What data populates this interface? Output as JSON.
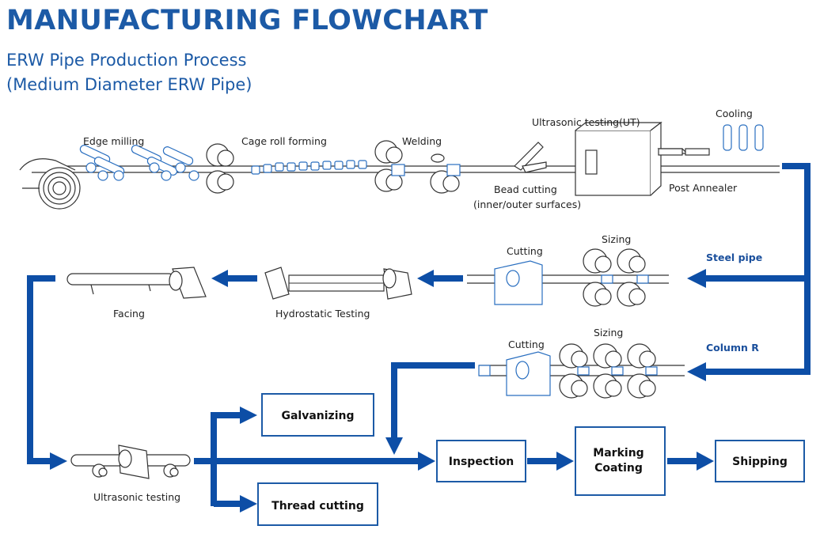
{
  "header": {
    "title": "MANUFACTURING FLOWCHART",
    "subtitle_line1": "ERW Pipe Production Process",
    "subtitle_line2": "(Medium Diameter ERW Pipe)"
  },
  "process_labels": {
    "edge_milling": "Edge milling",
    "cage_roll_forming": "Cage roll forming",
    "welding": "Welding",
    "ultrasonic_testing_ut": "Ultrasonic testing(UT)",
    "cooling": "Cooling",
    "bead_cutting_line1": "Bead cutting",
    "bead_cutting_line2": "(inner/outer surfaces)",
    "post_annealer": "Post Annealer",
    "cutting_1": "Cutting",
    "sizing_1": "Sizing",
    "steel_pipe": "Steel pipe",
    "hydrostatic_testing": "Hydrostatic Testing",
    "facing": "Facing",
    "cutting_2": "Cutting",
    "sizing_2": "Sizing",
    "column_r": "Column R",
    "ultrasonic_testing": "Ultrasonic testing"
  },
  "boxes": {
    "galvanizing": "Galvanizing",
    "thread_cutting": "Thread cutting",
    "inspection": "Inspection",
    "marking_line1": "Marking",
    "marking_line2": "Coating",
    "shipping": "Shipping"
  },
  "colors": {
    "brand_blue": "#1c5aa6",
    "flow_blue": "#0d4ea6"
  }
}
